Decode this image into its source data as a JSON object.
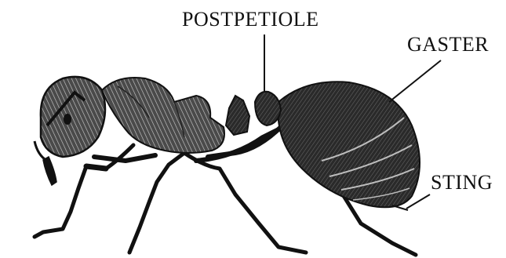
{
  "labels": {
    "postpetiole": "POSTPETIOLE",
    "gaster": "GASTER",
    "sting": "STING"
  },
  "colors": {
    "background": "#ffffff",
    "ink": "#111111",
    "body_fill": "#2a2a2a",
    "highlight": "#bdbdbd"
  }
}
